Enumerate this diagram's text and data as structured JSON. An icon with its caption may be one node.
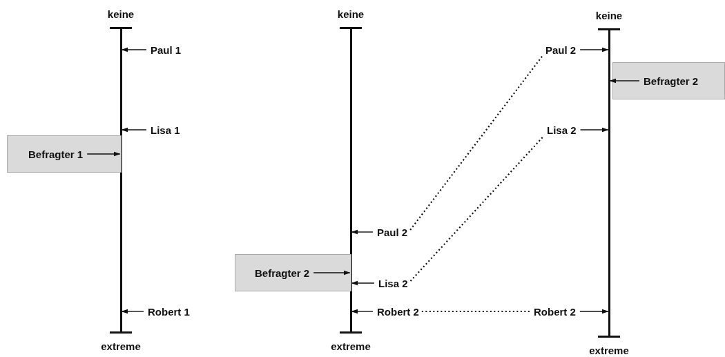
{
  "diagram": {
    "nodes": [
      {
        "text": [],
        "shape": "bar",
        "beside": [
          "keine",
          "extreme"
        ]
      },
      {
        "text": [
          "Paul 1"
        ]
      },
      {
        "text": [
          "Lisa 1"
        ]
      },
      {
        "text": [
          "Befragter 1"
        ]
      },
      {
        "text": [
          "Robert 1"
        ]
      },
      {
        "text": [],
        "shape": "bar",
        "beside": [
          "keine",
          "extreme"
        ]
      },
      {
        "text": [
          "Paul 2"
        ]
      },
      {
        "text": [
          "Befragter 2"
        ]
      },
      {
        "text": [
          "Lisa 2"
        ]
      },
      {
        "text": [
          "Robert 2"
        ]
      },
      {
        "text": [],
        "shape": "bar",
        "beside": [
          "keine",
          "extreme"
        ]
      },
      {
        "text": [
          "Paul 2"
        ]
      },
      {
        "text": [
          "Befragter 2"
        ]
      },
      {
        "text": [
          "Lisa 2"
        ]
      },
      {
        "text": [
          "Robert 2"
        ]
      }
    ],
    "edges": [
      {
        "from": 1,
        "to": 0,
        "arrow": "to"
      },
      {
        "from": 2,
        "to": 0,
        "arrow": "to"
      },
      {
        "from": 3,
        "to": 0,
        "arrow": "to"
      },
      {
        "from": 4,
        "to": 0,
        "arrow": "to"
      },
      {
        "from": 6,
        "to": 5,
        "arrow": "to"
      },
      {
        "from": 7,
        "to": 5,
        "arrow": "to"
      },
      {
        "from": 8,
        "to": 5,
        "arrow": "to"
      },
      {
        "from": 9,
        "to": 5,
        "arrow": "to"
      },
      {
        "from": 11,
        "to": 10,
        "arrow": "to"
      },
      {
        "from": 12,
        "to": 10,
        "arrow": "to"
      },
      {
        "from": 13,
        "to": 10,
        "arrow": "to"
      },
      {
        "from": 14,
        "to": 10,
        "arrow": "to"
      },
      {
        "from": 6,
        "to": 11,
        "arrow": "none",
        "style": "dashed"
      },
      {
        "from": 8,
        "to": 13,
        "arrow": "none",
        "style": "dashed"
      },
      {
        "from": 9,
        "to": 14,
        "arrow": "none",
        "style": "dashed"
      }
    ]
  }
}
